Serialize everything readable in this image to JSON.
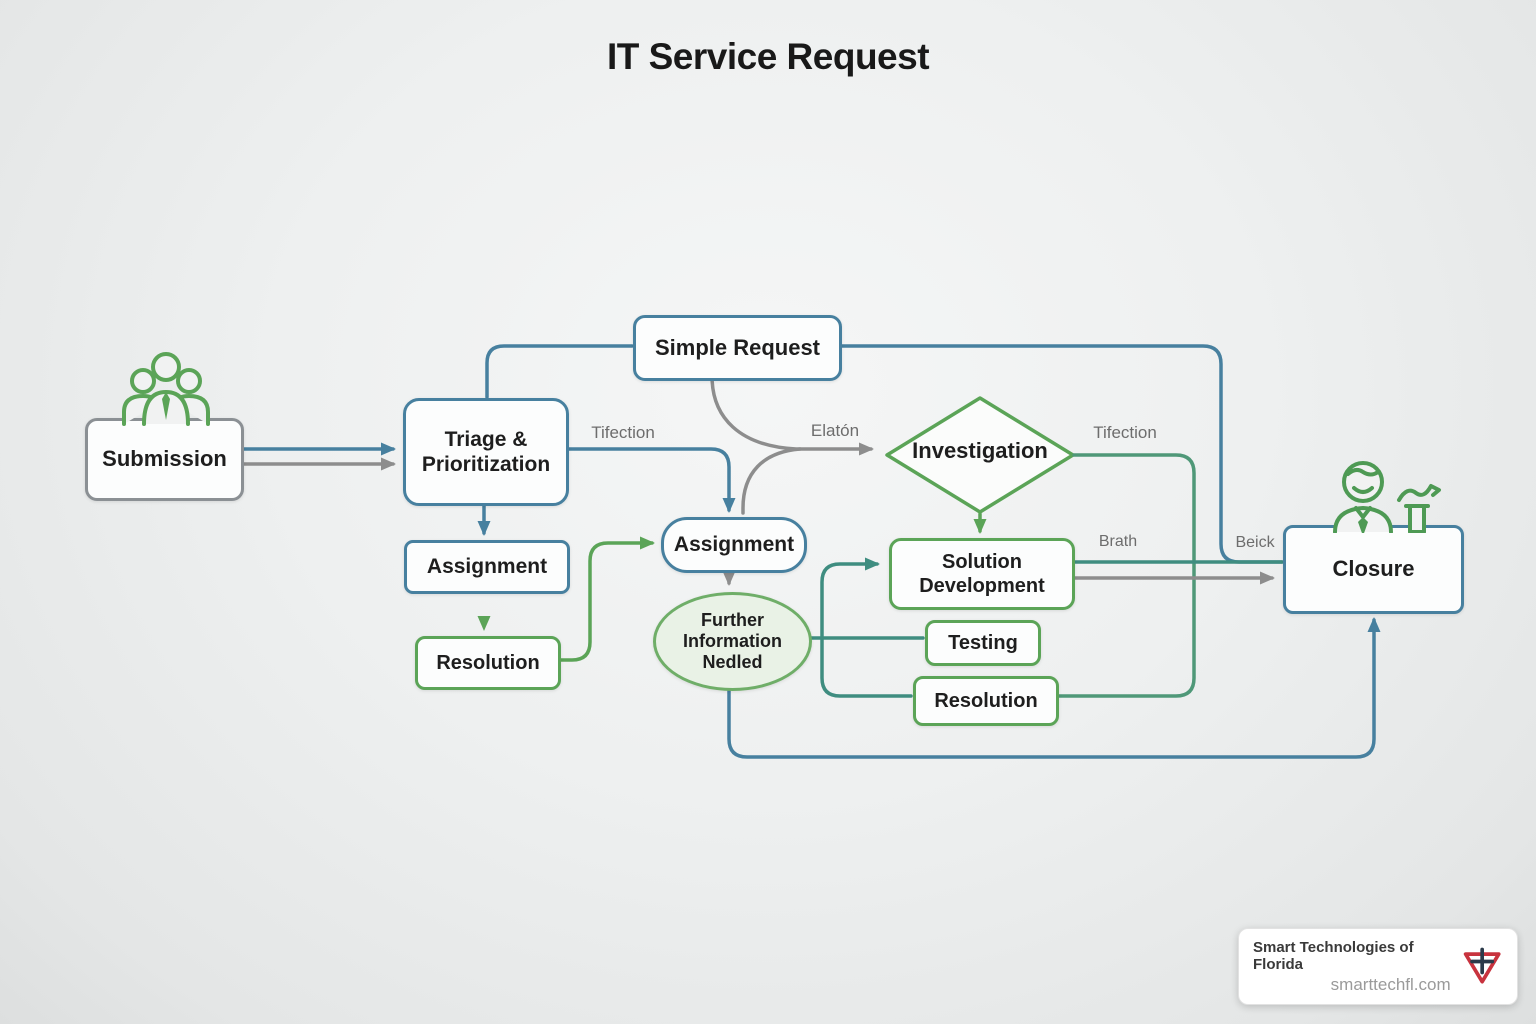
{
  "title": "IT Service Request",
  "nodes": {
    "submission": {
      "label": "Submission"
    },
    "triage": {
      "label": "Triage & Prioritization"
    },
    "simple_request": {
      "label": "Simple Request"
    },
    "assignment_left": {
      "label": "Assignment"
    },
    "resolution_left": {
      "label": "Resolution"
    },
    "assignment_pill": {
      "label": "Assignment"
    },
    "further_info": {
      "label": "Further Information Nedled"
    },
    "investigation": {
      "label": "Investigation"
    },
    "solution_development": {
      "label": "Solution Development"
    },
    "testing": {
      "label": "Testing"
    },
    "resolution_right": {
      "label": "Resolution"
    },
    "closure": {
      "label": "Closure"
    }
  },
  "edge_labels": {
    "tifection_left": "Tifection",
    "elaton": "Elatón",
    "tifection_right": "Tifection",
    "brath": "Brath",
    "beick": "Beick"
  },
  "icons": {
    "submission": "submitters-group-icon",
    "closure": "closure-person-icon",
    "footer": "brand-triangle-logo"
  },
  "footer": {
    "company": "Smart Technologies of Florida",
    "website": "smarttechfl.com"
  },
  "colors": {
    "blue": "#47809f",
    "green": "#5ba457",
    "teal": "#3f8d80",
    "green_teal": "#4f9878",
    "gray_line": "#8d8d8d",
    "label_gray": "#6d6d6d",
    "ellipse_fill": "#e9f2e6",
    "logo_red": "#c8333e",
    "logo_dark": "#2b3a4a",
    "background": "#eef0f0"
  }
}
